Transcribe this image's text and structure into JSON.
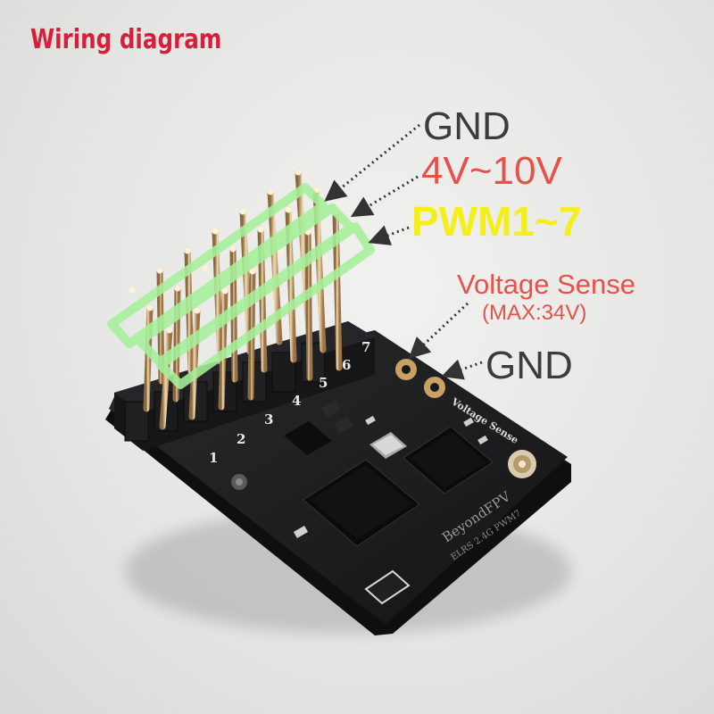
{
  "title": "Wiring diagram",
  "callouts": {
    "gnd_top": "GND",
    "voltage_range": "4V~10V",
    "pwm": "PWM1~7",
    "voltage_sense": "Voltage Sense",
    "voltage_sense_max": "(MAX:34V)",
    "gnd_bottom": "GND"
  },
  "board": {
    "silkscreen_pins": [
      "1",
      "2",
      "3",
      "4",
      "5",
      "6",
      "7"
    ],
    "silkscreen_sense": "Voltage Sense",
    "brand_text": "BeyondFPV",
    "model_text": "ELRS 2.4G PWM7"
  },
  "colors": {
    "title": "#d6203a",
    "gnd": "#3c3c3c",
    "voltage": "#e5524a",
    "pwm": "#f5ef19",
    "highlight": "#a6f09a",
    "pcb": "#1c1c1e"
  },
  "icons": {
    "arrow": "dotted-arrow-icon",
    "antenna": "ufl-connector-icon"
  }
}
